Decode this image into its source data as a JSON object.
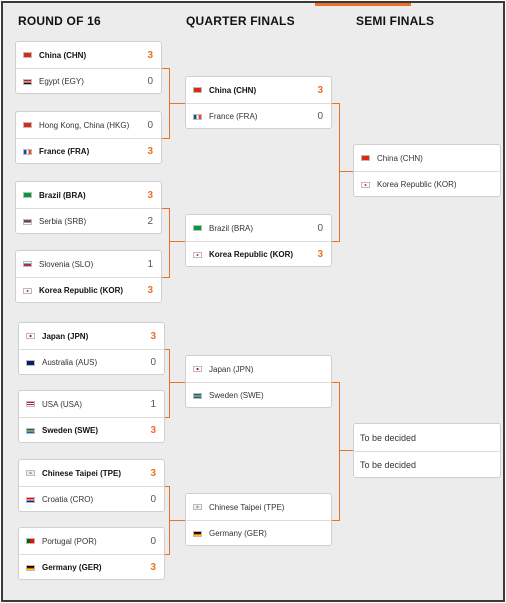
{
  "rounds": {
    "r16": "ROUND OF 16",
    "qf": "QUARTER FINALS",
    "sf": "SEMI FINALS"
  },
  "colors": {
    "accent": "#e8712b",
    "background": "#ececec",
    "card": "#ffffff"
  },
  "round_of_16": [
    {
      "a": {
        "code": "CHN",
        "name": "China (CHN)",
        "score": "3",
        "winner": true
      },
      "b": {
        "code": "EGY",
        "name": "Egypt (EGY)",
        "score": "0",
        "winner": false
      }
    },
    {
      "a": {
        "code": "HKG",
        "name": "Hong Kong, China (HKG)",
        "score": "0",
        "winner": false
      },
      "b": {
        "code": "FRA",
        "name": "France (FRA)",
        "score": "3",
        "winner": true
      }
    },
    {
      "a": {
        "code": "BRA",
        "name": "Brazil (BRA)",
        "score": "3",
        "winner": true
      },
      "b": {
        "code": "SRB",
        "name": "Serbia (SRB)",
        "score": "2",
        "winner": false
      }
    },
    {
      "a": {
        "code": "SLO",
        "name": "Slovenia (SLO)",
        "score": "1",
        "winner": false
      },
      "b": {
        "code": "KOR",
        "name": "Korea Republic (KOR)",
        "score": "3",
        "winner": true
      }
    },
    {
      "a": {
        "code": "JPN",
        "name": "Japan (JPN)",
        "score": "3",
        "winner": true
      },
      "b": {
        "code": "AUS",
        "name": "Australia (AUS)",
        "score": "0",
        "winner": false
      }
    },
    {
      "a": {
        "code": "USA",
        "name": "USA (USA)",
        "score": "1",
        "winner": false
      },
      "b": {
        "code": "SWE",
        "name": "Sweden (SWE)",
        "score": "3",
        "winner": true
      }
    },
    {
      "a": {
        "code": "TPE",
        "name": "Chinese Taipei (TPE)",
        "score": "3",
        "winner": true
      },
      "b": {
        "code": "CRO",
        "name": "Croatia (CRO)",
        "score": "0",
        "winner": false
      }
    },
    {
      "a": {
        "code": "POR",
        "name": "Portugal (POR)",
        "score": "0",
        "winner": false
      },
      "b": {
        "code": "GER",
        "name": "Germany (GER)",
        "score": "3",
        "winner": true
      }
    }
  ],
  "quarter_finals": [
    {
      "a": {
        "code": "CHN",
        "name": "China (CHN)",
        "score": "3",
        "winner": true
      },
      "b": {
        "code": "FRA",
        "name": "France (FRA)",
        "score": "0",
        "winner": false
      }
    },
    {
      "a": {
        "code": "BRA",
        "name": "Brazil (BRA)",
        "score": "0",
        "winner": false
      },
      "b": {
        "code": "KOR",
        "name": "Korea Republic (KOR)",
        "score": "3",
        "winner": true
      }
    },
    {
      "a": {
        "code": "JPN",
        "name": "Japan (JPN)",
        "score": "",
        "winner": false
      },
      "b": {
        "code": "SWE",
        "name": "Sweden (SWE)",
        "score": "",
        "winner": false
      }
    },
    {
      "a": {
        "code": "TPE",
        "name": "Chinese Taipei (TPE)",
        "score": "",
        "winner": false
      },
      "b": {
        "code": "GER",
        "name": "Germany (GER)",
        "score": "",
        "winner": false
      }
    }
  ],
  "semi_finals": [
    {
      "a": {
        "code": "CHN",
        "name": "China (CHN)"
      },
      "b": {
        "code": "KOR",
        "name": "Korea Republic (KOR)"
      }
    },
    {
      "a": {
        "name": "To be decided"
      },
      "b": {
        "name": "To be decided"
      }
    }
  ]
}
